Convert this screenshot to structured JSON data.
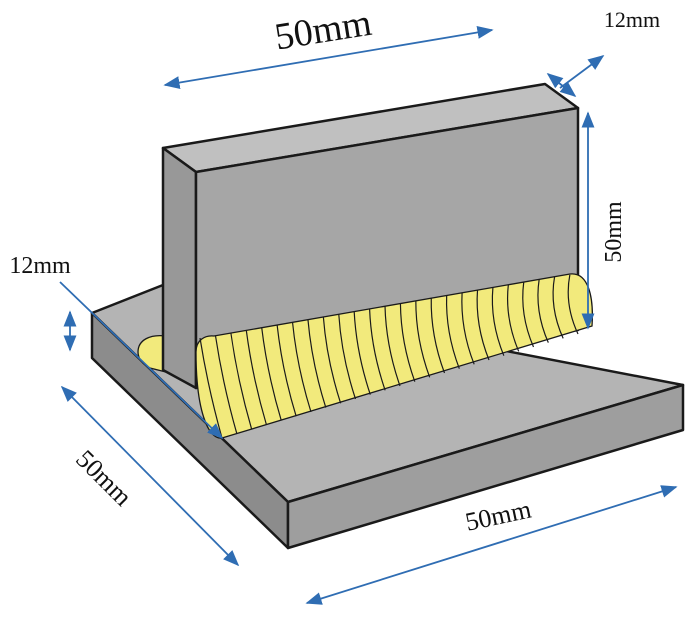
{
  "diagram": {
    "colors": {
      "plate_top": "#b4b4b4",
      "plate_front": "#9e9e9e",
      "plate_side": "#8c8c8c",
      "web_face": "#a6a6a6",
      "web_top": "#c0c0c0",
      "web_edge": "#989898",
      "weld_fill": "#f2ea7c",
      "weld_dark": "#d9cf5a",
      "dimension_line": "#2f6db3"
    },
    "labels": {
      "web_length": "50mm",
      "web_thickness": "12mm",
      "web_height": "50mm",
      "base_thickness": "12mm",
      "base_depth": "50mm",
      "base_length": "50mm"
    }
  }
}
